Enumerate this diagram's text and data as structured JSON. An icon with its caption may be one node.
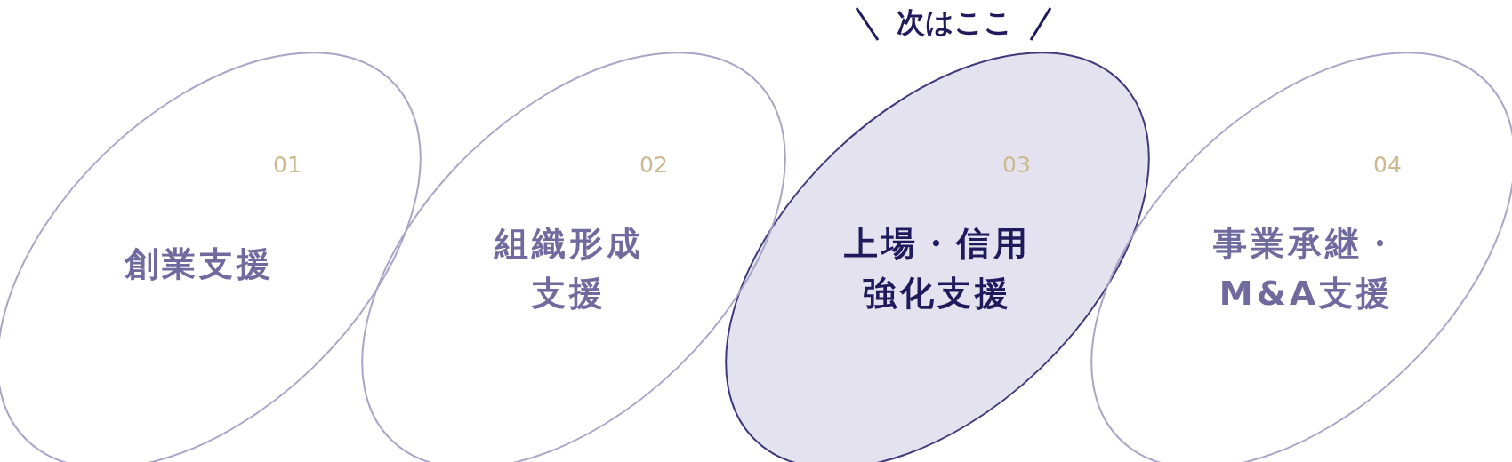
{
  "diagram": {
    "nodes": [
      {
        "text": [
          "01",
          "創業支援"
        ]
      },
      {
        "text": [
          "02",
          "組織形成支援"
        ]
      },
      {
        "text": [
          "03",
          "上場・信用強化支援"
        ],
        "beside": [
          "次はここ"
        ]
      },
      {
        "text": [
          "04",
          "事業承継・M&A支援"
        ]
      }
    ],
    "edges": []
  }
}
